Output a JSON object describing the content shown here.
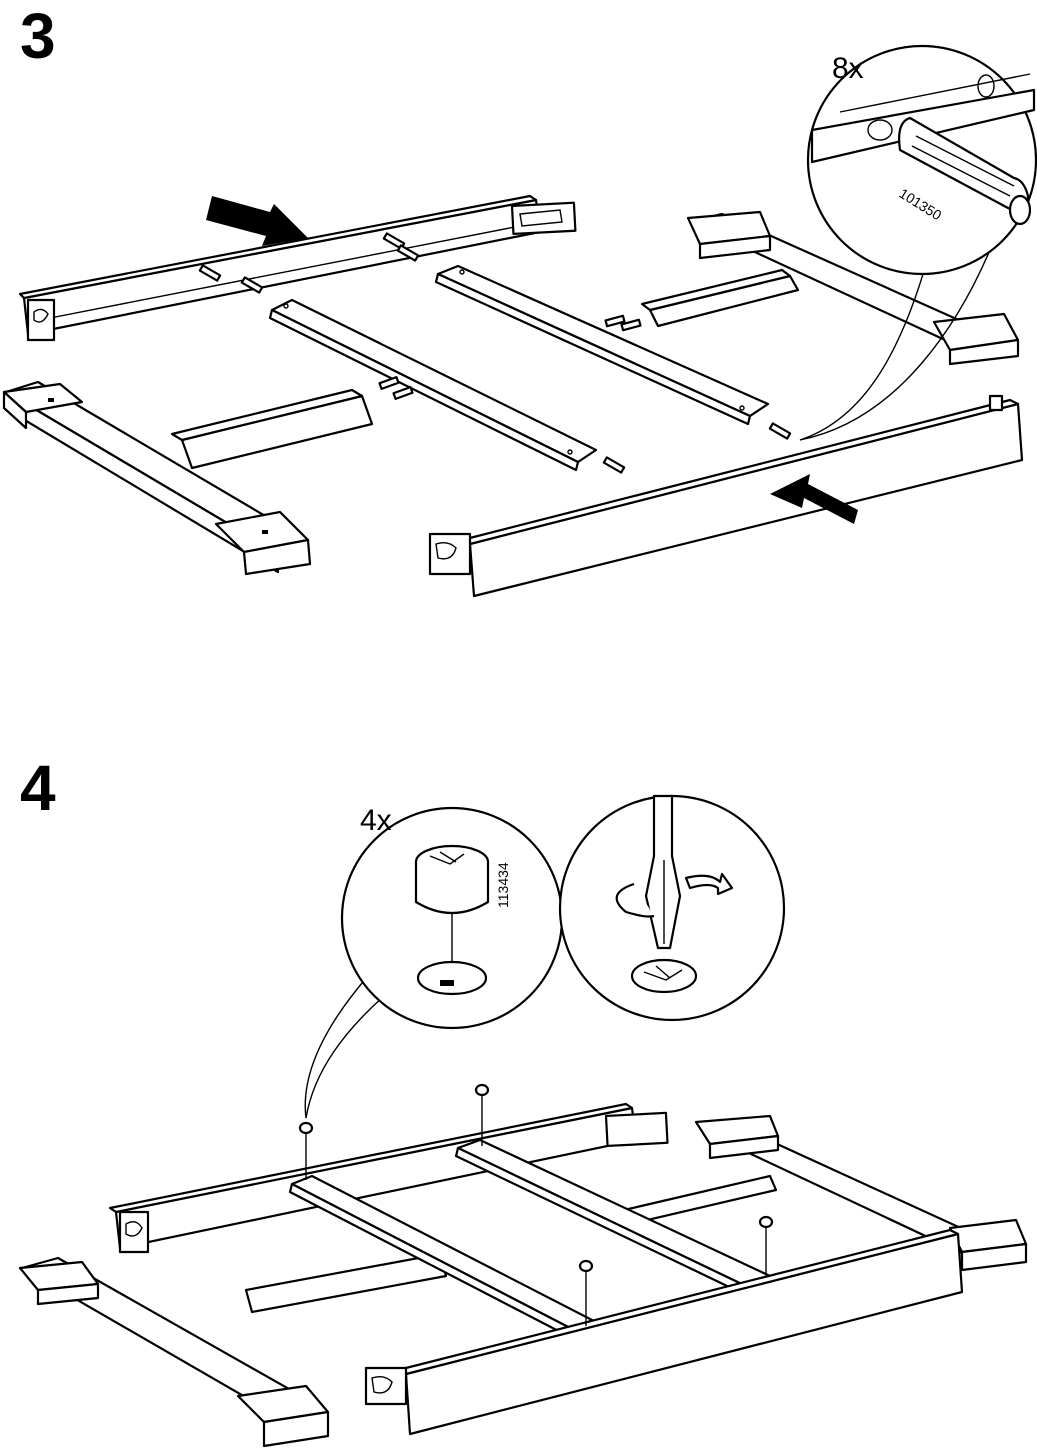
{
  "steps": [
    {
      "number": "3",
      "detail": {
        "quantity": "8x",
        "part_number": "101350",
        "part_icon": "wooden-dowel"
      }
    },
    {
      "number": "4",
      "detail": {
        "quantity": "4x",
        "part_number": "113434",
        "part_icon": "cam-lock-nut",
        "tool_icon": "flat-screwdriver"
      }
    }
  ]
}
